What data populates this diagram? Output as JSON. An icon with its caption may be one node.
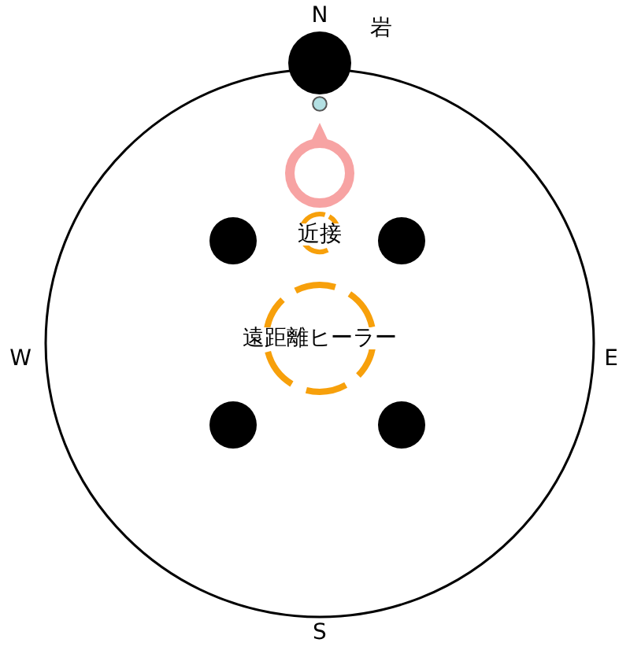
{
  "diagram": {
    "nodes": [
      {
        "text": [],
        "shape": "circle"
      },
      {
        "text": [],
        "shape": "circle",
        "beside": [
          "岩"
        ]
      },
      {
        "text": [],
        "shape": "circle",
        "in": 0
      },
      {
        "text": [],
        "shape": "circle",
        "in": 0
      },
      {
        "text": [
          "近接"
        ],
        "in": 0
      },
      {
        "text": [],
        "shape": "circle",
        "in": 0
      },
      {
        "text": [],
        "shape": "circle",
        "in": 0
      },
      {
        "text": [
          "遠距離ヒーラー"
        ],
        "in": 0
      },
      {
        "text": [],
        "shape": "circle",
        "in": 0
      },
      {
        "text": [],
        "shape": "circle",
        "in": 0
      }
    ],
    "labels": [
      "N",
      "W",
      "E",
      "S"
    ]
  }
}
